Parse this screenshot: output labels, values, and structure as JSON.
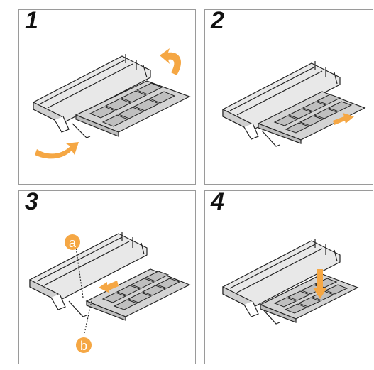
{
  "steps": [
    {
      "number": "1"
    },
    {
      "number": "2"
    },
    {
      "number": "3"
    },
    {
      "number": "4"
    }
  ],
  "callouts": {
    "a": "a",
    "b": "b"
  },
  "colors": {
    "arrow": "#f5a744",
    "module": "#d4d4d4",
    "chip": "#bfbfbf",
    "slot": "#e8e8e8",
    "line": "#222222",
    "callout_bg": "#f5a744"
  },
  "icons": [
    "rotate-arrow-icon",
    "rotate-arrow-icon",
    "slide-arrow-icon",
    "insert-arrow-icon",
    "press-arrow-icon"
  ]
}
